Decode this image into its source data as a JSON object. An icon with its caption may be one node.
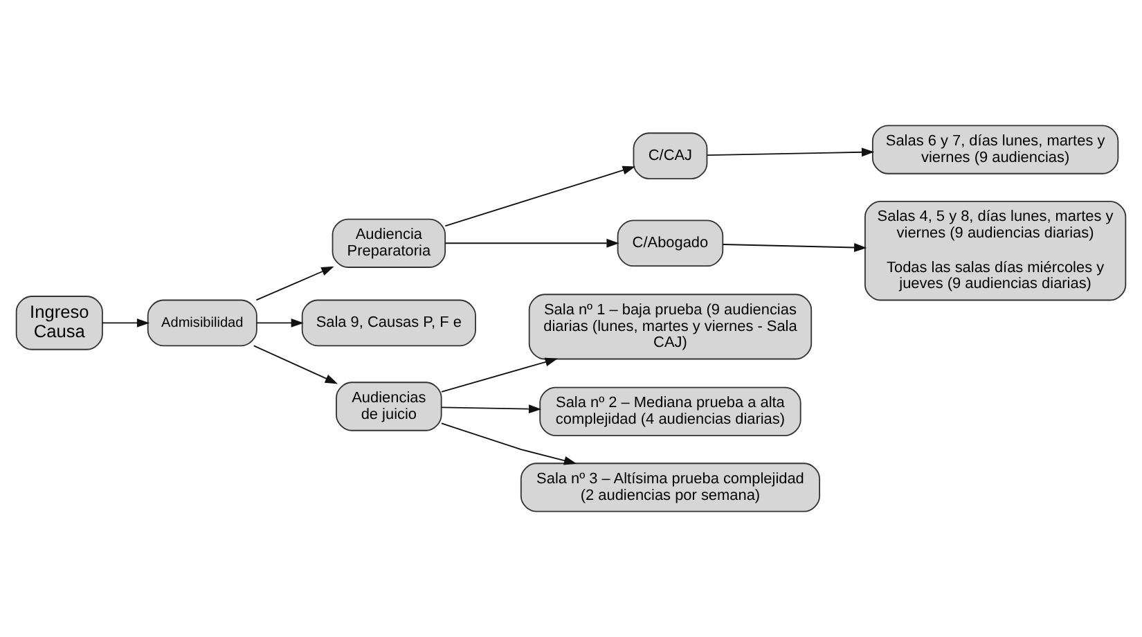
{
  "diagram": {
    "nodes": [
      {
        "text": [
          "Ingreso Causa"
        ]
      },
      {
        "text": [
          "Admisibilidad"
        ]
      },
      {
        "text": [
          "Audiencia Preparatoria"
        ]
      },
      {
        "text": [
          "C/CAJ"
        ]
      },
      {
        "text": [
          "Salas 6 y 7, días lunes, martes y viernes (9 audiencias)"
        ]
      },
      {
        "text": [
          "C/Abogado"
        ]
      },
      {
        "text": [
          "Salas 4, 5 y 8, días lunes, martes y viernes (9 audiencias diarias)",
          "Todas las salas días miércoles y jueves (9 audiencias diarias)"
        ]
      },
      {
        "text": [
          "Sala 9, Causas P, F e"
        ]
      },
      {
        "text": [
          "Audiencias de juicio"
        ]
      },
      {
        "text": [
          "Sala nº 1 – baja prueba (9 audiencias diarias (lunes, martes y viernes - Sala CAJ)"
        ]
      },
      {
        "text": [
          "Sala nº 2 – Mediana prueba a alta complejidad (4 audiencias diarias)"
        ]
      },
      {
        "text": [
          "Sala nº 3 – Altísima prueba complejidad (2 audiencias por semana)"
        ]
      }
    ],
    "edges": [
      {
        "from": 0,
        "to": 1,
        "arrow": "to"
      },
      {
        "from": 1,
        "to": 2,
        "arrow": "to"
      },
      {
        "from": 1,
        "to": 7,
        "arrow": "to"
      },
      {
        "from": 1,
        "to": 8,
        "arrow": "to"
      },
      {
        "from": 2,
        "to": 3,
        "arrow": "to"
      },
      {
        "from": 2,
        "to": 5,
        "arrow": "to"
      },
      {
        "from": 3,
        "to": 4,
        "arrow": "to"
      },
      {
        "from": 5,
        "to": 6,
        "arrow": "to"
      },
      {
        "from": 8,
        "to": 9,
        "arrow": "to"
      },
      {
        "from": 8,
        "to": 10,
        "arrow": "to"
      },
      {
        "from": 8,
        "to": 11,
        "arrow": "to"
      }
    ]
  }
}
